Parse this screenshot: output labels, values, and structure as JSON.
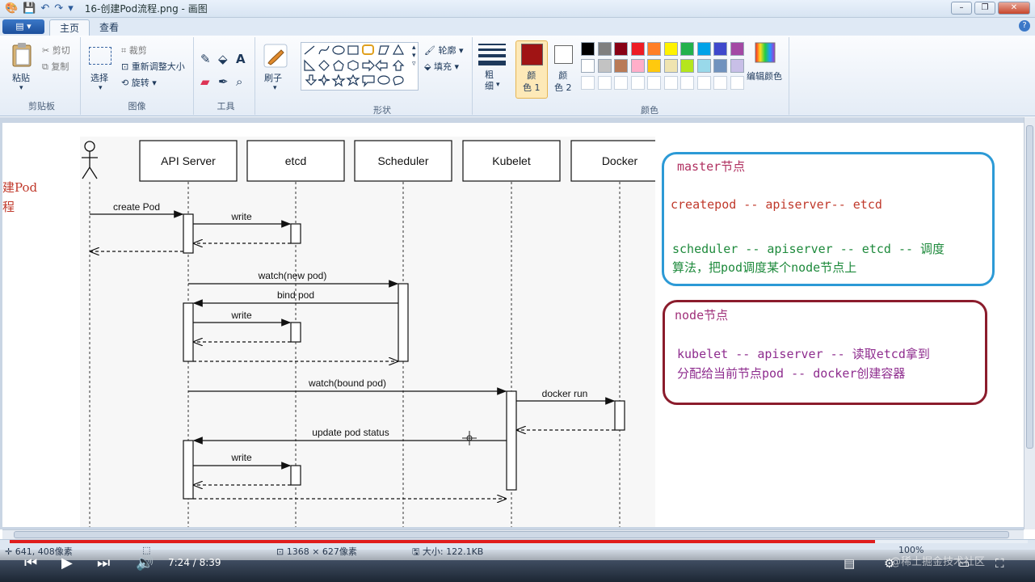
{
  "window": {
    "title": "16-创建Pod流程.png - 画图",
    "buttons": [
      "–",
      "❐",
      "✕"
    ]
  },
  "quick_access": [
    "💾",
    "↶",
    "↷",
    "▾"
  ],
  "tabs": {
    "file_menu": "▾",
    "home": "主页",
    "view": "查看",
    "help": "?"
  },
  "ribbon": {
    "clipboard": {
      "label": "剪贴板",
      "paste": "粘贴",
      "cut": "剪切",
      "copy": "复制"
    },
    "image": {
      "label": "图像",
      "select": "选择",
      "crop": "裁剪",
      "resize": "重新调整大小",
      "rotate": "旋转"
    },
    "tools": {
      "label": "工具"
    },
    "brushes": "刷子",
    "shapes": {
      "label": "形状",
      "outline": "轮廓",
      "fill": "填充"
    },
    "size": "粗\n细",
    "color1": "颜\n色 1",
    "color2": "颜\n色 2",
    "colors": {
      "label": "颜色",
      "edit": "编辑颜色"
    },
    "palette_row1": [
      "#000000",
      "#7f7f7f",
      "#880015",
      "#ed1c24",
      "#ff7f27",
      "#fff200",
      "#22b14c",
      "#00a2e8",
      "#3f48cc",
      "#a349a4"
    ],
    "palette_row2": [
      "#ffffff",
      "#c3c3c3",
      "#b97a57",
      "#ffaec9",
      "#ffc90e",
      "#efe4b0",
      "#b5e61d",
      "#99d9ea",
      "#7092be",
      "#c8bfe7"
    ],
    "color1_value": "#a01414",
    "color2_value": "#ffffff"
  },
  "canvas": {
    "left_note": [
      "建Pod",
      "程"
    ],
    "diagram": {
      "participants": [
        "API Server",
        "etcd",
        "Scheduler",
        "Kubelet",
        "Docker"
      ],
      "messages": [
        "create Pod",
        "write",
        "watch(new pod)",
        "bind pod",
        "write",
        "watch(bound pod)",
        "docker run",
        "update pod status",
        "write"
      ]
    },
    "master_box": {
      "lines": [
        {
          "text": "master节点",
          "color": "#b03060"
        },
        {
          "text": "createpod -- apiserver-- etcd",
          "color": "#c0392b"
        },
        {
          "text": "scheduler -- apiserver -- etcd -- 调度",
          "color": "#1e8a3c"
        },
        {
          "text": "算法，把pod调度某个node节点上",
          "color": "#1e8a3c"
        }
      ]
    },
    "node_box": {
      "lines": [
        {
          "text": "node节点",
          "color": "#a0307a"
        },
        {
          "text": "kubelet -- apiserver -- 读取etcd拿到",
          "color": "#8e2c8e"
        },
        {
          "text": "分配给当前节点pod -- docker创建容器",
          "color": "#8e2c8e"
        }
      ]
    }
  },
  "statusbar": {
    "cursor": "641, 408像素",
    "size": "1368 × 627像素",
    "filesize": "大小: 122.1KB",
    "zoom": "100%"
  },
  "player": {
    "time": "7:24 / 8:39",
    "progress": 0.85,
    "watermark": "@稀土掘金技术社区"
  }
}
